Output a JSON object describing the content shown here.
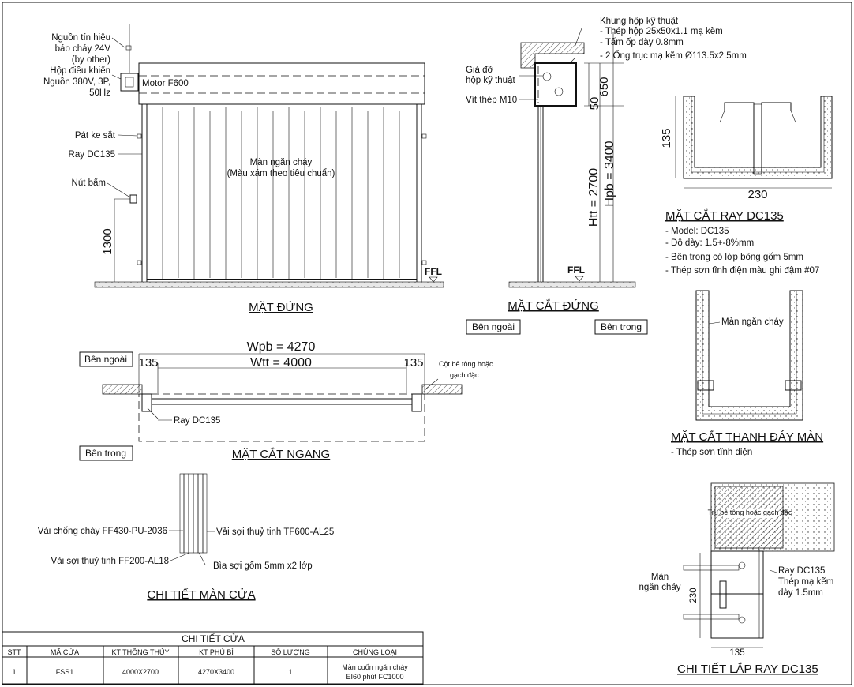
{
  "elevation": {
    "labels": {
      "signal": [
        "Nguồn tín hiệu",
        "báo cháy 24V",
        "(by other)"
      ],
      "control_box": [
        "Hộp điều khiển",
        "Nguồn 380V, 3P,",
        "50Hz"
      ],
      "motor": "Motor F600",
      "bracket": "Pát ke sắt",
      "rail": "Ray DC135",
      "button": "Nút bấm",
      "curtain": [
        "Màn ngăn cháy",
        "(Màu xám theo tiêu chuẩn)"
      ],
      "button_height": "1300",
      "ffl": "FFL"
    },
    "title": "MẶT ĐỨNG"
  },
  "vertical_section": {
    "labels": {
      "frame": "Khung hộp kỹ thuật",
      "frame_specs": [
        "- Thép hộp 25x50x1.1 mạ kẽm",
        "- Tấm ốp dày 0.8mm",
        "- 2 Ống trục mạ kẽm Ø113.5x2.5mm"
      ],
      "bracket": [
        "Giá đỡ",
        "hộp kỹ thuật"
      ],
      "screw": "Vít thép M10",
      "dim_50": "50",
      "dim_650": "650",
      "htt": "Htt = 2700",
      "hpb": "Hpb = 3400",
      "ffl": "FFL"
    },
    "title": "MẶT CẮT ĐỨNG",
    "outside": "Bên ngoài",
    "inside": "Bên trong"
  },
  "horizontal_section": {
    "outside": "Bên ngoài",
    "inside": "Bên trong",
    "wpb": "Wpb = 4270",
    "wtt": "Wtt = 4000",
    "left_offset": "135",
    "right_offset": "135",
    "column": [
      "Cột bê tông hoặc",
      "gạch đặc"
    ],
    "rail": "Ray DC135",
    "title": "MẶT CẮT NGANG"
  },
  "curtain_detail": {
    "layers": [
      "Vải chống cháy FF430-PU-2036",
      "Vải sợi thuỷ tinh TF600-AL25",
      "Vải sợi thuỷ tinh FF200-AL18",
      "Bìa sợi gốm 5mm x2 lớp"
    ],
    "title": "CHI TIẾT  MÀN CỬA"
  },
  "rail_section": {
    "height": "135",
    "width": "230",
    "title": "MẶT CẮT RAY DC135",
    "notes": [
      "- Model: DC135",
      "- Độ dày: 1.5+-8%mm",
      "- Bên trong có lớp bông gốm 5mm",
      "- Thép sơn tĩnh điện màu ghi đậm #07"
    ]
  },
  "bottom_bar": {
    "label": "Màn ngăn cháy",
    "title": "MẶT CẮT THANH ĐÁY MÀN",
    "note": "- Thép sơn tĩnh điện"
  },
  "rail_install": {
    "wall": "Trụ bê tông hoặc gạch đặc",
    "curtain": [
      "Màn",
      "ngăn cháy"
    ],
    "rail": [
      "Ray DC135",
      "Thép mạ kẽm",
      "dày 1.5mm"
    ],
    "height": "230",
    "width": "135",
    "title": "CHI TIẾT LẮP RAY DC135"
  },
  "door_table": {
    "title": "CHI TIẾT CỬA",
    "headers": [
      "STT",
      "MÃ CỬA",
      "KT THÔNG THỦY",
      "KT PHỦ BÌ",
      "SỐ LƯỢNG",
      "CHỦNG LOẠI"
    ],
    "row": [
      "1",
      "FSS1",
      "4000X2700",
      "4270X3400",
      "1"
    ],
    "type": [
      "Màn cuốn ngăn cháy",
      "EI60 phút FC1000"
    ]
  }
}
